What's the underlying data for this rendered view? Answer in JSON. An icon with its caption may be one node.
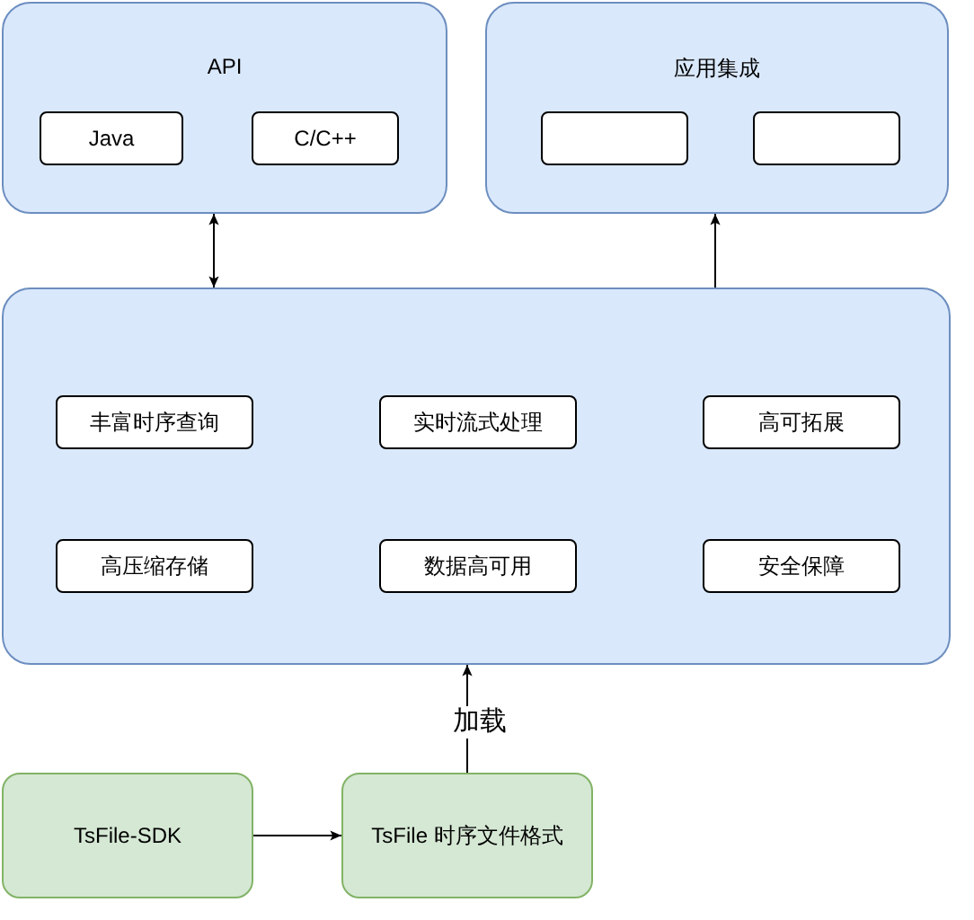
{
  "diagram": {
    "nodes": [
      {
        "text": [
          "API"
        ]
      },
      {
        "text": [
          "Java"
        ],
        "in": 0
      },
      {
        "text": [
          "C/C++"
        ],
        "in": 0
      },
      {
        "text": [
          "应用集成"
        ]
      },
      {
        "text": [],
        "shape": "box",
        "in": 3
      },
      {
        "text": [],
        "shape": "box",
        "in": 3
      },
      {
        "text": [],
        "shape": "box"
      },
      {
        "text": [
          "丰富时序查询"
        ],
        "in": 6
      },
      {
        "text": [
          "实时流式处理"
        ],
        "in": 6
      },
      {
        "text": [
          "高可拓展"
        ],
        "in": 6
      },
      {
        "text": [
          "高压缩存储"
        ],
        "in": 6
      },
      {
        "text": [
          "数据高可用"
        ],
        "in": 6
      },
      {
        "text": [
          "安全保障"
        ],
        "in": 6
      },
      {
        "text": [
          "TsFile-SDK"
        ]
      },
      {
        "text": [
          "TsFile 时序文件格式"
        ]
      }
    ],
    "edges": [
      {
        "from": 0,
        "to": 6,
        "arrow": "both"
      },
      {
        "from": 6,
        "to": 3,
        "arrow": "to"
      },
      {
        "from": 14,
        "to": 6,
        "arrow": "to",
        "label": "加载"
      },
      {
        "from": 13,
        "to": 14,
        "arrow": "to"
      }
    ]
  }
}
